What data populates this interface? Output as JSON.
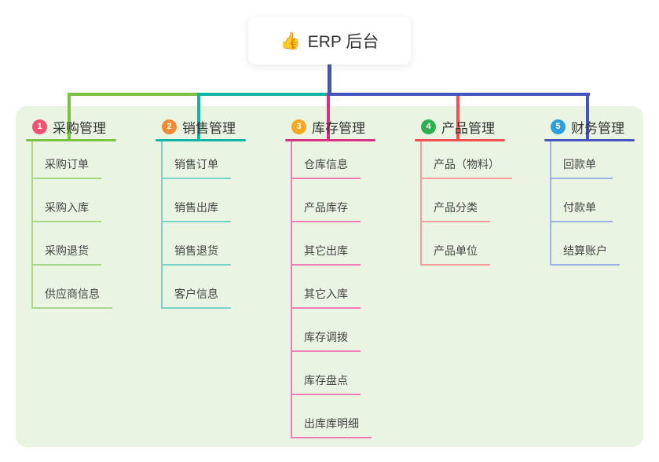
{
  "root": {
    "emoji": "👍",
    "emoji_name": "thumbs-up-icon",
    "title": "ERP 后台"
  },
  "panel_color": "#e9f5e2",
  "root_connector_color": "#4356bb",
  "branches": [
    {
      "num": "1",
      "label": "采购管理",
      "badge_color": "#f25172",
      "line_color": "#7cc242",
      "child_line_color": "#abd788",
      "children": [
        "采购订单",
        "采购入库",
        "采购退货",
        "供应商信息"
      ]
    },
    {
      "num": "2",
      "label": "销售管理",
      "badge_color": "#f08b33",
      "line_color": "#12b5a5",
      "child_line_color": "#7ad2c6",
      "children": [
        "销售订单",
        "销售出库",
        "销售退货",
        "客户信息"
      ]
    },
    {
      "num": "3",
      "label": "库存管理",
      "badge_color": "#f3a81d",
      "line_color": "#d63384",
      "child_line_color": "#ee7fb4",
      "children": [
        "仓库信息",
        "产品库存",
        "其它出库",
        "其它入库",
        "库存调拨",
        "库存盘点",
        "出库库明细"
      ]
    },
    {
      "num": "4",
      "label": "产品管理",
      "badge_color": "#2eb050",
      "line_color": "#f25050",
      "child_line_color": "#f69c9c",
      "children": [
        "产品（物料）",
        "产品分类",
        "产品单位"
      ]
    },
    {
      "num": "5",
      "label": "财务管理",
      "badge_color": "#2ba0dd",
      "line_color": "#4356bb",
      "child_line_color": "#9db1e2",
      "children": [
        "回款单",
        "付款单",
        "结算账户"
      ]
    }
  ]
}
